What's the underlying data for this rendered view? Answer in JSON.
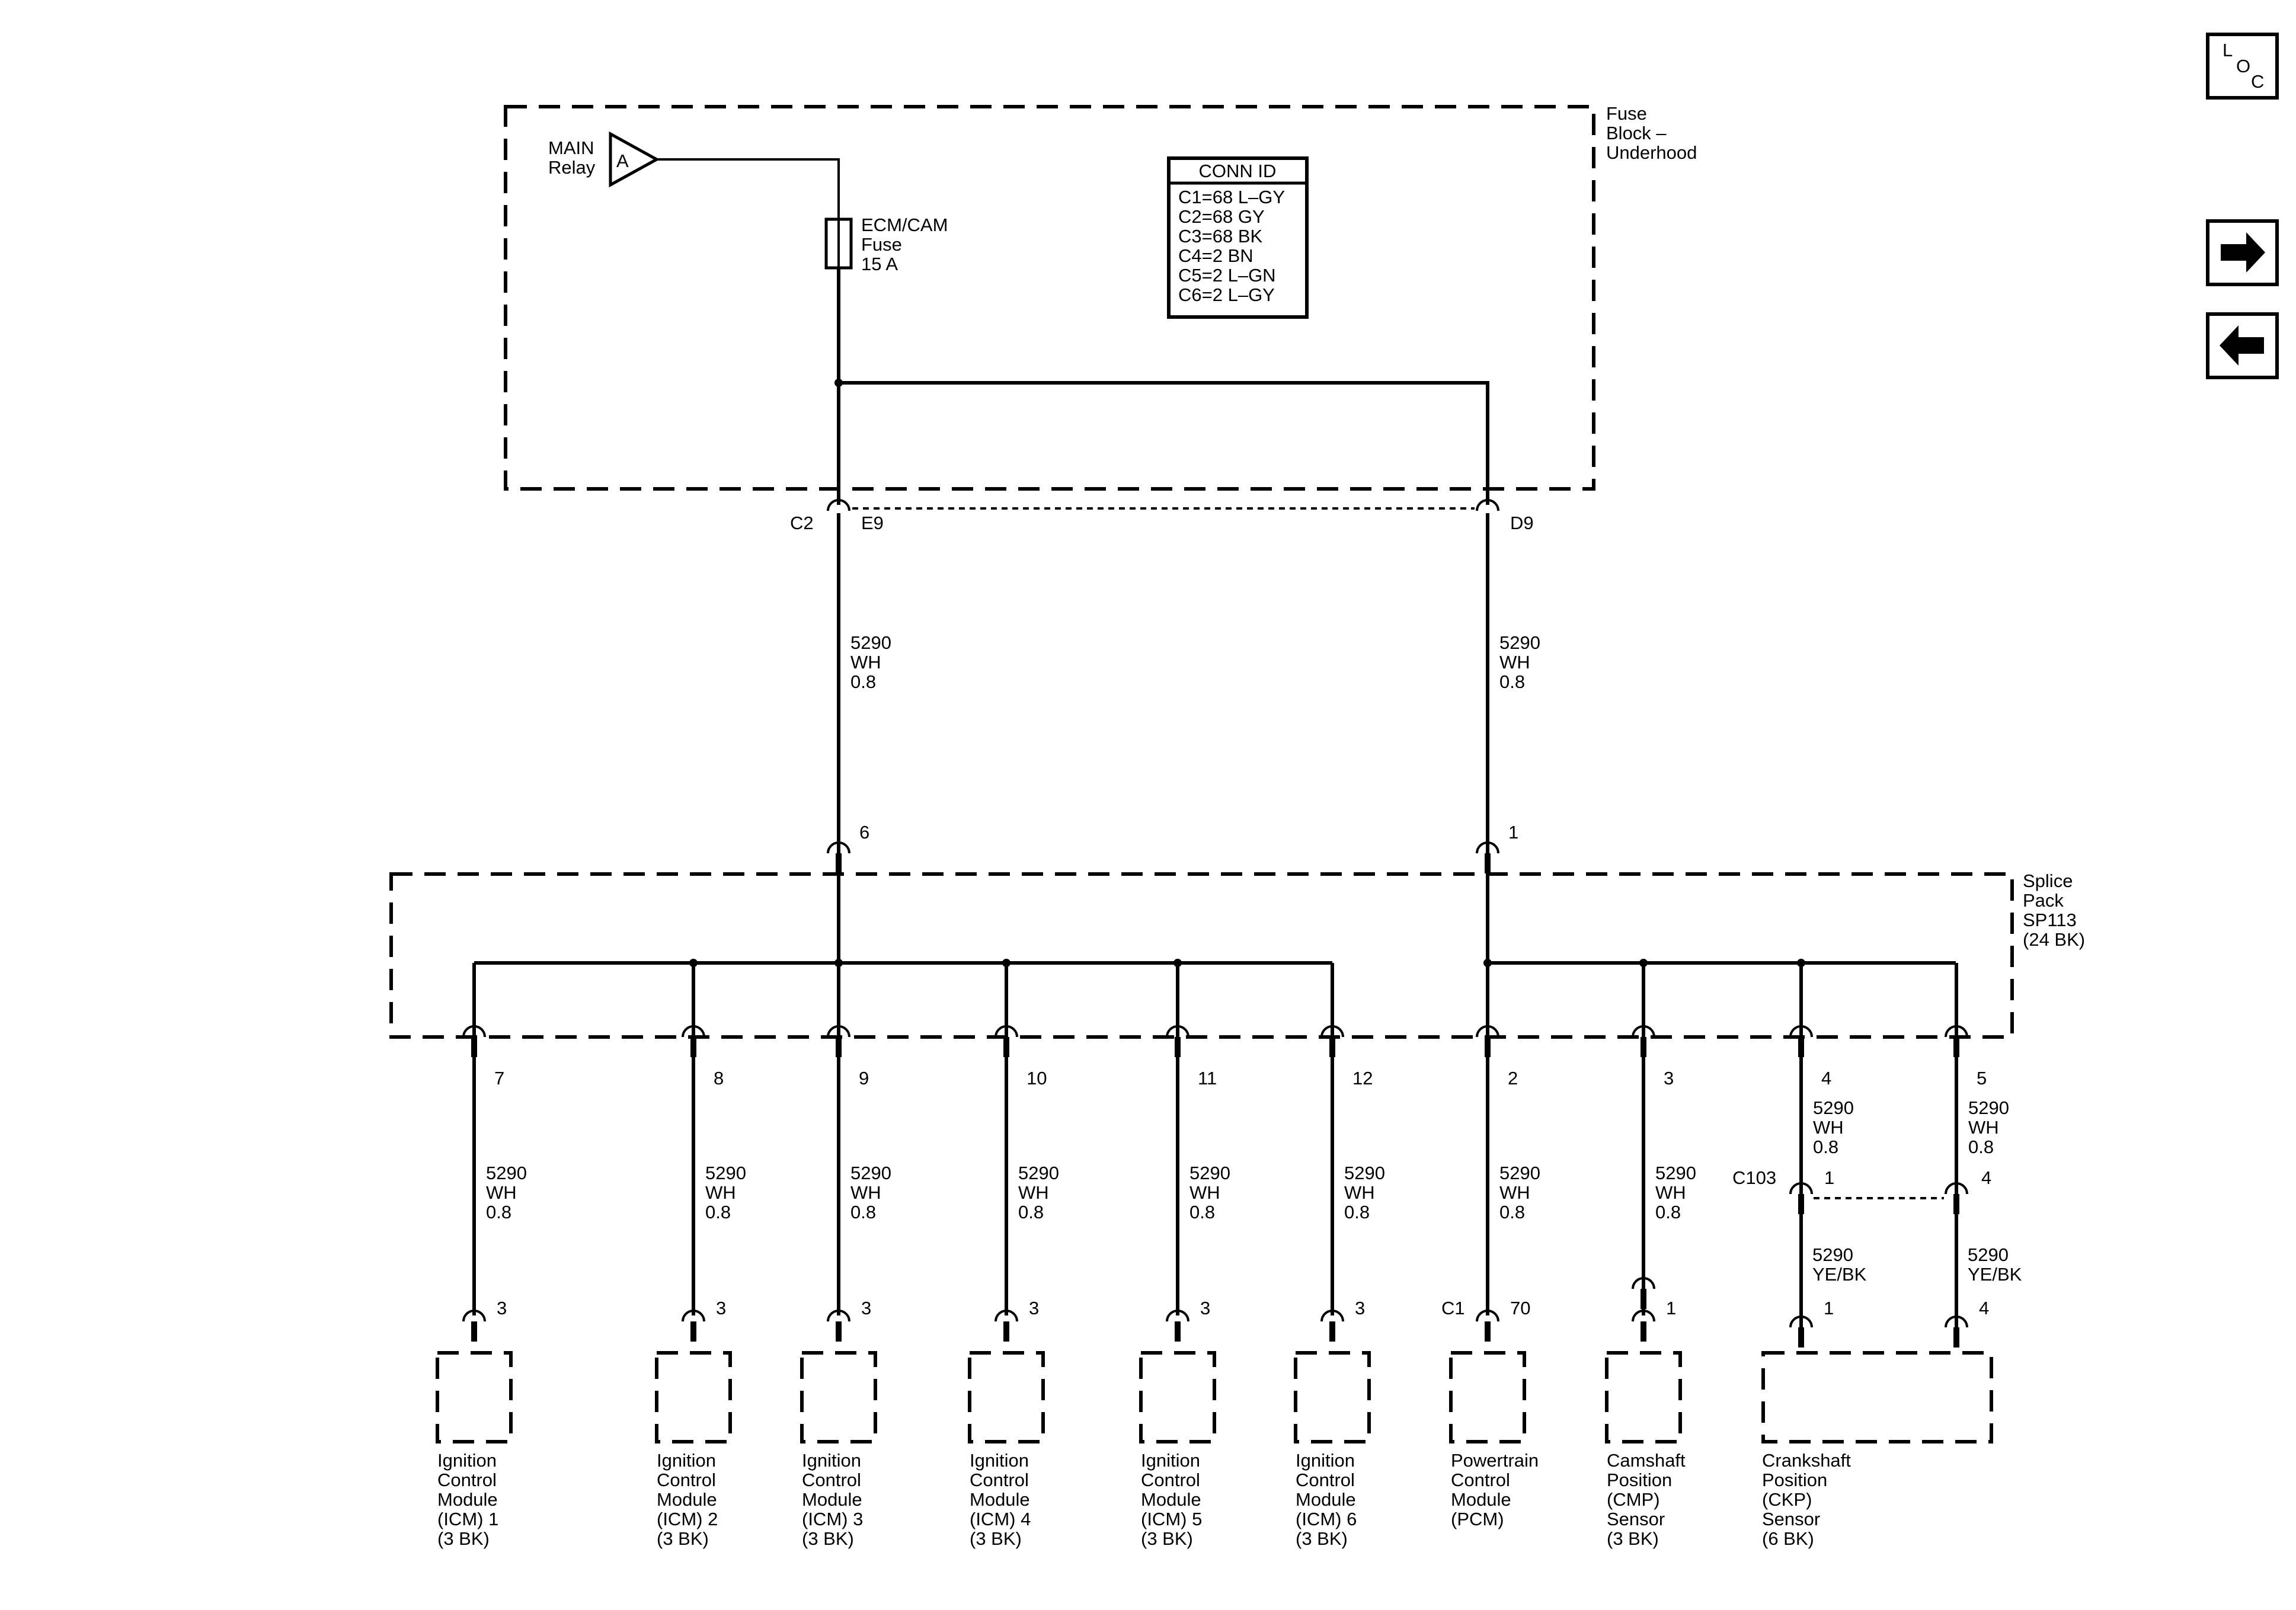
{
  "nav": {
    "loc_l": "L",
    "loc_o": "O",
    "loc_c": "C"
  },
  "fuse_block": {
    "label": [
      "Fuse",
      "Block –",
      "Underhood"
    ],
    "relay_label": [
      "MAIN",
      "Relay"
    ],
    "relay_letter": "A",
    "fuse_label": [
      "ECM/CAM",
      "Fuse",
      "15 A"
    ]
  },
  "conn_id": {
    "title": "CONN ID",
    "rows": [
      "C1=68 L–GY",
      "C2=68 GY",
      "C3=68 BK",
      "C4=2 BN",
      "C5=2 L–GN",
      "C6=2 L–GY"
    ]
  },
  "fuse_connectors": {
    "c2": "C2",
    "e9": "E9",
    "d9": "D9"
  },
  "trunk_wires": {
    "left": [
      "5290",
      "WH",
      "0.8"
    ],
    "right": [
      "5290",
      "WH",
      "0.8"
    ]
  },
  "splice_pack": {
    "label": [
      "Splice",
      "Pack",
      "SP113",
      "(24 BK)"
    ],
    "input_pins": [
      "6",
      "1"
    ]
  },
  "wire_spec": [
    "5290",
    "WH",
    "0.8"
  ],
  "c103": {
    "label": "C103",
    "pin_a": "1",
    "pin_b": "4",
    "wire_a": [
      "5290",
      "YE/BK"
    ],
    "wire_b": [
      "5290",
      "YE/BK"
    ]
  },
  "branches": [
    {
      "splice_pin": "7",
      "comp_pin": "3",
      "comp_label": [
        "Ignition",
        "Control",
        "Module",
        "(ICM) 1",
        "(3 BK)"
      ]
    },
    {
      "splice_pin": "8",
      "comp_pin": "3",
      "comp_label": [
        "Ignition",
        "Control",
        "Module",
        "(ICM) 2",
        "(3 BK)"
      ]
    },
    {
      "splice_pin": "9",
      "comp_pin": "3",
      "comp_label": [
        "Ignition",
        "Control",
        "Module",
        "(ICM) 3",
        "(3 BK)"
      ]
    },
    {
      "splice_pin": "10",
      "comp_pin": "3",
      "comp_label": [
        "Ignition",
        "Control",
        "Module",
        "(ICM) 4",
        "(3 BK)"
      ]
    },
    {
      "splice_pin": "11",
      "comp_pin": "3",
      "comp_label": [
        "Ignition",
        "Control",
        "Module",
        "(ICM) 5",
        "(3 BK)"
      ]
    },
    {
      "splice_pin": "12",
      "comp_pin": "3",
      "comp_label": [
        "Ignition",
        "Control",
        "Module",
        "(ICM) 6",
        "(3 BK)"
      ]
    },
    {
      "splice_pin": "2",
      "comp_pin": "70",
      "comp_conn": "C1",
      "comp_label": [
        "Powertrain",
        "Control",
        "Module",
        "(PCM)"
      ]
    },
    {
      "splice_pin": "3",
      "comp_pin": "1",
      "comp_label": [
        "Camshaft",
        "Position",
        "(CMP)",
        "Sensor",
        "(3 BK)"
      ]
    },
    {
      "splice_pin": "4",
      "comp_pin": "1"
    },
    {
      "splice_pin": "5",
      "comp_pin": "4"
    }
  ],
  "ckp_label": [
    "Crankshaft",
    "Position",
    "(CKP)",
    "Sensor",
    "(6 BK)"
  ]
}
